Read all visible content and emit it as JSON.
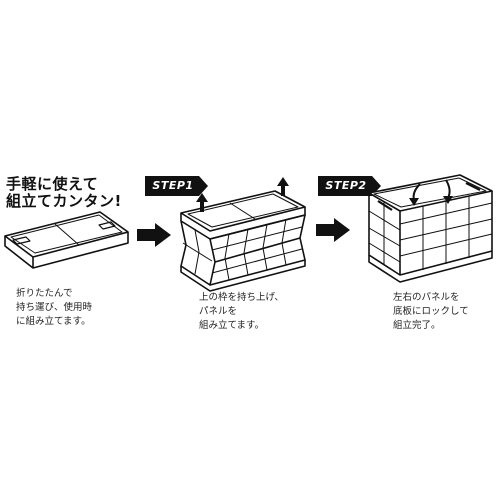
{
  "headline": {
    "line1": "手軽に使えて",
    "line2": "組立てカンタン!"
  },
  "steps": [
    {
      "label": "STEP1"
    },
    {
      "label": "STEP2"
    }
  ],
  "captions": {
    "folded": "折りたたんで\n持ち運び、使用時\nに組み立てます。",
    "step1": "上の枠を持ち上げ、\nパネルを\n組み立てます。",
    "step2": "左右のパネルを\n底板にロックして\n組立完了。"
  },
  "colors": {
    "badge": "#111111",
    "arrow": "#111111",
    "line": "#111111"
  }
}
